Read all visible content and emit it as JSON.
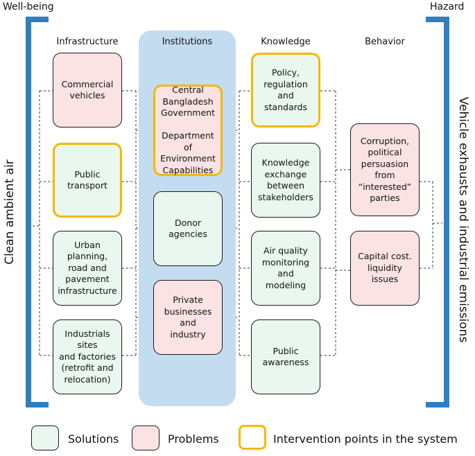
{
  "corners": {
    "left": "Well-being",
    "right": "Hazard"
  },
  "side_labels": {
    "left": "Clean ambient air",
    "right": "Vehicle exhausts and industrial emissions"
  },
  "columns": {
    "infrastructure": "Infrastructure",
    "institutions": "Institutions",
    "knowledge": "Knowledge",
    "behavior": "Behavior"
  },
  "nodes": {
    "commercial_vehicles": "Commercial\nvehicles",
    "public_transport": "Public\ntransport",
    "urban_planning": "Urban\nplanning,\nroad and\npavement\ninfrastructure",
    "industrial_sites": "Industrials sites\nand factories\n(retrofit and\nrelocation)",
    "central_government": "Central\nBangladesh\nGovernment\n\nDepartment of\nEnvironment\nCapabilities",
    "donor_agencies": "Donor agencies",
    "private_businesses": "Private\nbusinesses and\nindustry",
    "policy": "Policy,\nregulation and\nstandards",
    "knowledge_exchange": "Knowledge\nexchange\nbetween\nstakeholders",
    "air_quality": "Air quality\nmonitoring and\nmodeling",
    "public_awareness": "Public\nawareness",
    "corruption": "Corruption,\npolitical\npersuasion\nfrom\n“interested”\nparties",
    "capital_cost": "Capital cost.\nliquidity issues"
  },
  "legend": {
    "solutions": "Solutions",
    "problems": "Problems",
    "intervention": "Intervention points in the system"
  },
  "colors": {
    "solution_fill": "#e9f7ef",
    "problem_fill": "#fbe3e3",
    "intervention_border": "#f5b800",
    "bracket": "#2e7fc2",
    "institutions_panel": "#c4dcf0"
  }
}
